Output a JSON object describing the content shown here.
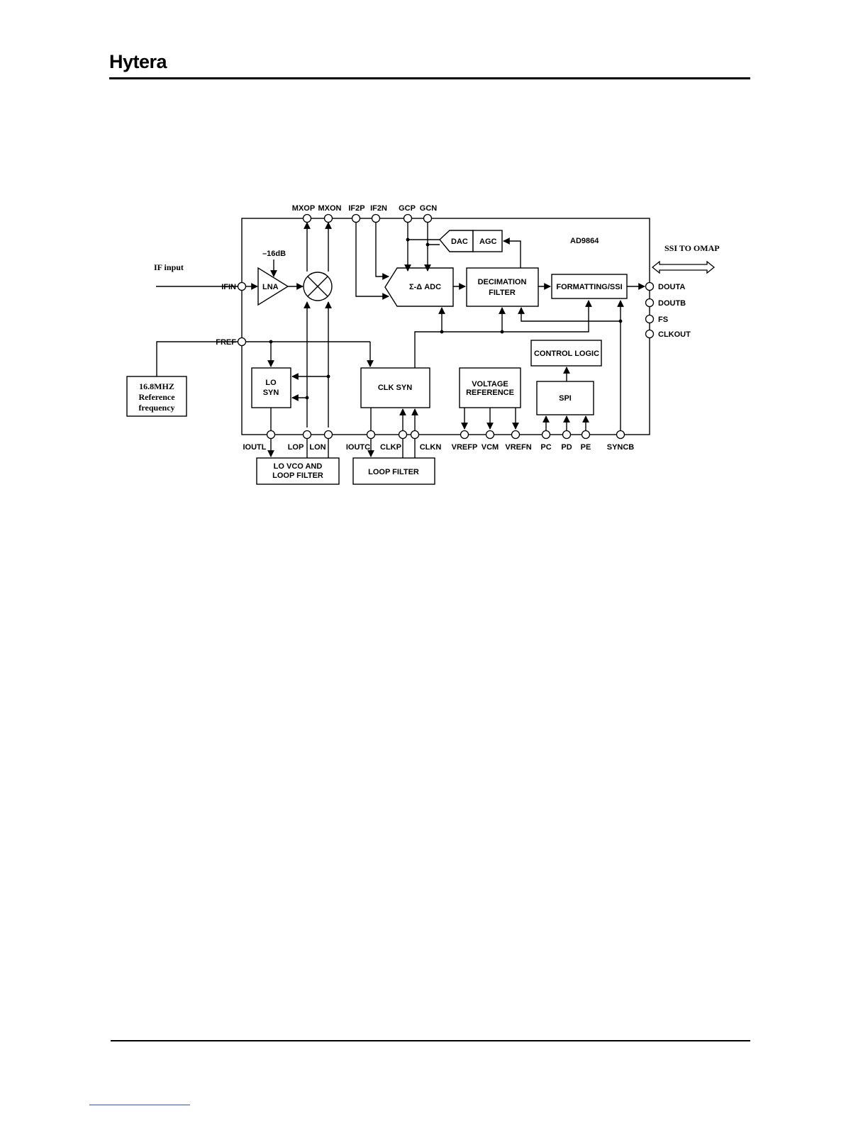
{
  "header": {
    "logo_text": "Hytera"
  },
  "diagram": {
    "chip_name": "AD9864",
    "blocks": {
      "dac": "DAC",
      "agc": "AGC",
      "lna": "LNA",
      "sigma_delta_adc": "Σ-Δ ADC",
      "decimation_filter": [
        "DECIMATION",
        "FILTER"
      ],
      "formatting_ssi": "FORMATTING/SSI",
      "lo_syn": [
        "LO",
        "SYN"
      ],
      "clk_syn": "CLK SYN",
      "voltage_reference": [
        "VOLTAGE",
        "REFERENCE"
      ],
      "control_logic": "CONTROL LOGIC",
      "spi": "SPI",
      "lo_vco_loop_filter": [
        "LO VCO AND",
        "LOOP FILTER"
      ],
      "loop_filter": "LOOP FILTER",
      "reference_osc": [
        "16.8MHZ",
        "Reference",
        "frequency"
      ]
    },
    "annotations": {
      "lna_gain": "–16dB",
      "if_input": "IF input",
      "ssi_to_omap": "SSI TO OMAP"
    },
    "pins": {
      "top": [
        "MXOP",
        "MXON",
        "IF2P",
        "IF2N",
        "GCP",
        "GCN"
      ],
      "left": [
        "IFIN",
        "FREF"
      ],
      "right": [
        "DOUTA",
        "DOUTB",
        "FS",
        "CLKOUT"
      ],
      "bottom": [
        "IOUTL",
        "LOP",
        "LON",
        "IOUTC",
        "CLKP",
        "CLKN",
        "VREFP",
        "VCM",
        "VREFN",
        "PC",
        "PD",
        "PE",
        "SYNCB"
      ]
    }
  }
}
